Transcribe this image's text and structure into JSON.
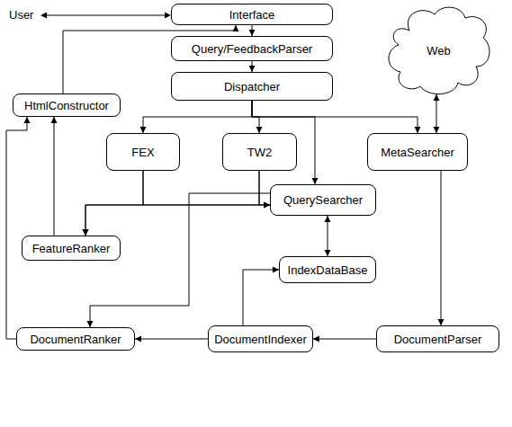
{
  "diagram": {
    "nodes": [
      {
        "text": [
          "Interface"
        ]
      },
      {
        "text": [
          "Query/FeedbackParser"
        ]
      },
      {
        "text": [
          "Dispatcher"
        ]
      },
      {
        "text": [
          "HtmlConstructor"
        ]
      },
      {
        "text": [
          "Web"
        ]
      },
      {
        "text": [
          "FEX"
        ]
      },
      {
        "text": [
          "TW2"
        ]
      },
      {
        "text": [
          "MetaSearcher"
        ]
      },
      {
        "text": [
          "QuerySearcher"
        ]
      },
      {
        "text": [
          "FeatureRanker"
        ]
      },
      {
        "text": [
          "IndexDataBase"
        ]
      },
      {
        "text": [
          "DocumentRanker"
        ]
      },
      {
        "text": [
          "DocumentIndexer"
        ]
      },
      {
        "text": [
          "DocumentParser"
        ]
      }
    ],
    "edges": [
      {
        "from": 0,
        "to": 1,
        "arrow": "to"
      },
      {
        "from": 1,
        "to": 2,
        "arrow": "to"
      },
      {
        "from": 2,
        "to": 5,
        "arrow": "to"
      },
      {
        "from": 2,
        "to": 6,
        "arrow": "to"
      },
      {
        "from": 2,
        "to": 8,
        "arrow": "to"
      },
      {
        "from": 2,
        "to": 7,
        "arrow": "to"
      },
      {
        "from": 7,
        "to": 4,
        "arrow": "both"
      },
      {
        "from": 7,
        "to": 13,
        "arrow": "to"
      },
      {
        "from": 13,
        "to": 12,
        "arrow": "to"
      },
      {
        "from": 12,
        "to": 11,
        "arrow": "to"
      },
      {
        "from": 12,
        "to": 10,
        "arrow": "to"
      },
      {
        "from": 8,
        "to": 10,
        "arrow": "both"
      },
      {
        "from": 5,
        "to": 9,
        "arrow": "to"
      },
      {
        "from": 5,
        "to": 8,
        "arrow": "to"
      },
      {
        "from": 6,
        "to": 9,
        "arrow": "to"
      },
      {
        "from": 6,
        "to": 8,
        "arrow": "to"
      },
      {
        "from": 8,
        "to": 11,
        "arrow": "to"
      },
      {
        "from": 9,
        "to": 3,
        "arrow": "to"
      },
      {
        "from": 3,
        "to": 0,
        "arrow": "to"
      },
      {
        "from": 11,
        "to": 3,
        "arrow": "to"
      }
    ],
    "labels": [
      "User"
    ]
  }
}
